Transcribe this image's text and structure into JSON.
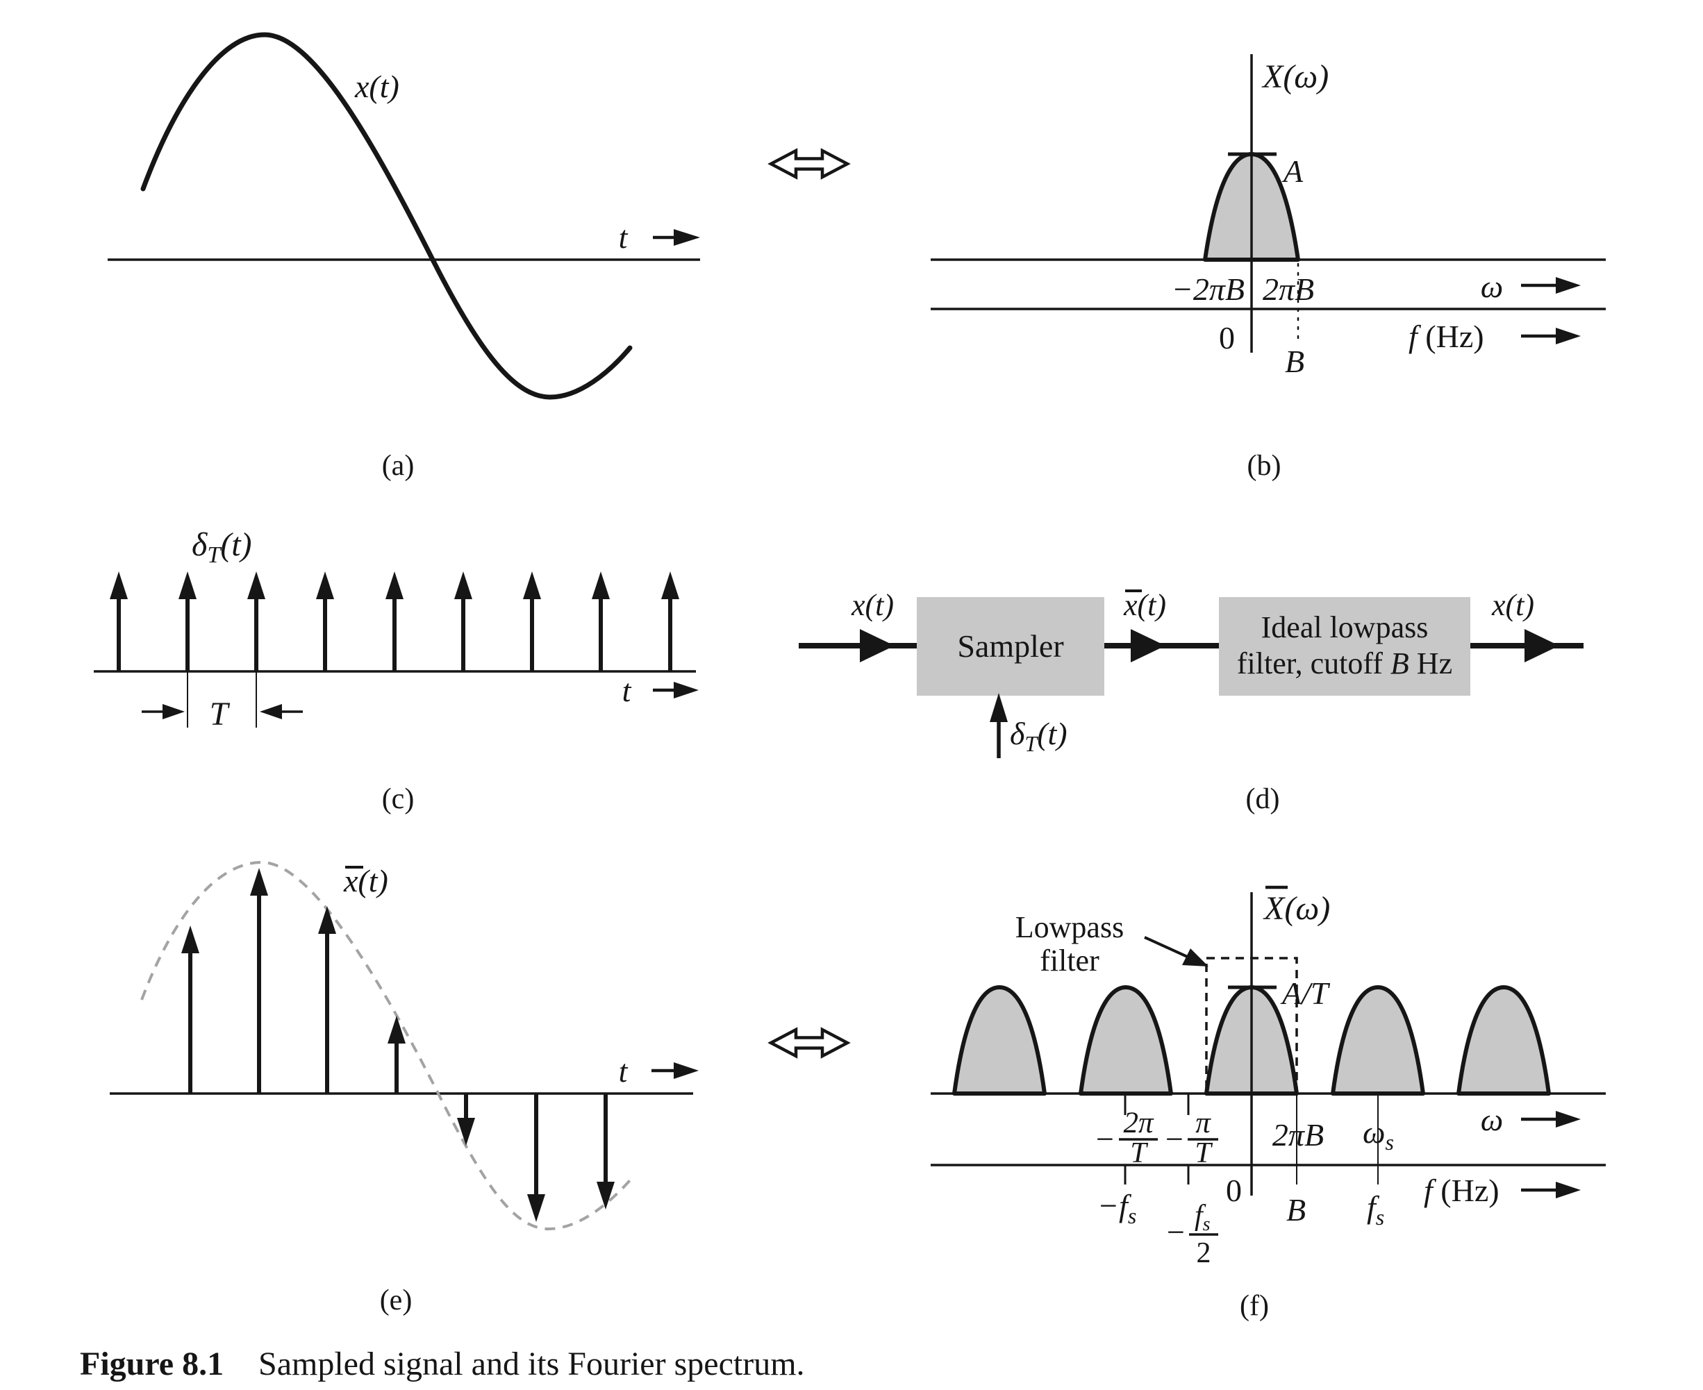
{
  "caption": {
    "label": "Figure 8.1",
    "text": "Sampled signal and its Fourier spectrum."
  },
  "panel_a": {
    "tag": "(a)",
    "signal_label": "x(t)",
    "time_axis_label": "t"
  },
  "panel_b": {
    "tag": "(b)",
    "spectrum_label": "X(ω)",
    "peak_label": "A",
    "left_edge_label": "−2πB",
    "right_edge_label": "2πB",
    "omega_axis_label": "ω",
    "origin_label": "0",
    "bandwidth_label": "B",
    "f_axis_var": "f",
    "f_axis_unit": " (Hz)"
  },
  "panel_c": {
    "tag": "(c)",
    "train_label_delta": "δ",
    "train_label_sub": "T",
    "train_label_arg": "(t)",
    "period_label": "T",
    "time_axis_label": "t"
  },
  "panel_d": {
    "tag": "(d)",
    "input_label": "x(t)",
    "sampler_label": "Sampler",
    "sampled_label_base": "x",
    "sampled_label_arg": "(t)",
    "filter_label_line1": "Ideal lowpass",
    "filter_label_line2_pre": "filter, cutoff ",
    "filter_label_line2_var": "B",
    "filter_label_line2_post": " Hz",
    "output_label": "x(t)",
    "clock_label_delta": "δ",
    "clock_label_sub": "T",
    "clock_label_arg": "(t)"
  },
  "panel_e": {
    "tag": "(e)",
    "signal_label_base": "x",
    "signal_label_arg": "(t)",
    "time_axis_label": "t"
  },
  "panel_f": {
    "tag": "(f)",
    "spectrum_label_base": "X",
    "spectrum_label_arg": "(ω)",
    "callout_line1": "Lowpass",
    "callout_line2": "filter",
    "peak_label": "A/T",
    "frac_2pi_minus": "−",
    "frac_2pi_num": "2π",
    "frac_2pi_den": "T",
    "frac_pi_minus": "−",
    "frac_pi_num": "π",
    "frac_pi_den": "T",
    "right_edge_label": "2πB",
    "ws_base": "ω",
    "ws_sub": "s",
    "omega_axis_label": "ω",
    "origin_label": "0",
    "neg_fs_base": "−f",
    "neg_fs_sub": "s",
    "neg_fs2_minus": "−",
    "neg_fs2_num_base": "f",
    "neg_fs2_num_sub": "s",
    "neg_fs2_den": "2",
    "bandwidth_label": "B",
    "fs_base": "f",
    "fs_sub": "s",
    "f_axis_var": "f",
    "f_axis_unit": " (Hz)"
  },
  "colors": {
    "ink": "#161616",
    "fill_gray": "#c8c8c8",
    "envelope_gray": "#a3a3a3",
    "background": "#ffffff"
  }
}
